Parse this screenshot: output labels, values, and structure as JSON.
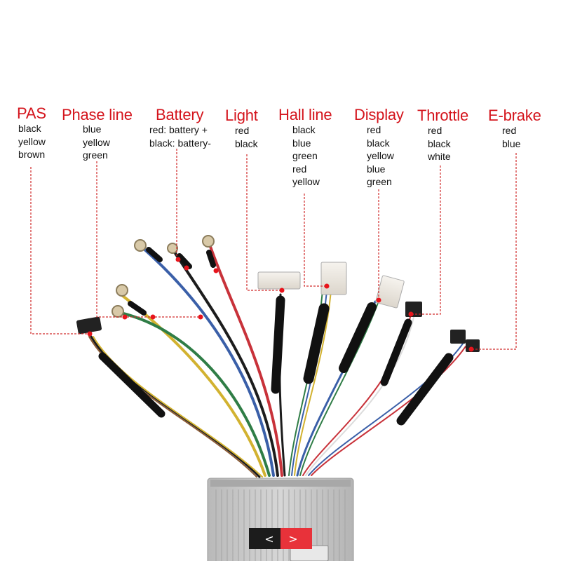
{
  "labels": [
    {
      "key": "pas",
      "title": "PAS",
      "lines": [
        "black",
        "yellow",
        "brown"
      ]
    },
    {
      "key": "phase-line",
      "title": "Phase line",
      "lines": [
        "blue",
        "yellow",
        "green"
      ]
    },
    {
      "key": "battery",
      "title": "Battery",
      "lines": [
        "red: battery +",
        "black: battery-"
      ]
    },
    {
      "key": "light",
      "title": "Light",
      "lines": [
        "red",
        "black"
      ]
    },
    {
      "key": "hall-line",
      "title": "Hall line",
      "lines": [
        "black",
        "blue",
        "green",
        "red",
        "yellow"
      ]
    },
    {
      "key": "display",
      "title": "Display",
      "lines": [
        "red",
        "black",
        "yellow",
        "blue",
        "green"
      ]
    },
    {
      "key": "throttle",
      "title": "Throttle",
      "lines": [
        "red",
        "black",
        "white"
      ]
    },
    {
      "key": "e-brake",
      "title": "E-brake",
      "lines": [
        "red",
        "blue"
      ]
    }
  ],
  "controller": {
    "left_arrow": "<",
    "right_arrow": ">"
  },
  "colors": {
    "label_red": "#d4141c",
    "leader_red": "#d02a2a",
    "wire_red": "#c8323a",
    "wire_black": "#1c1c1c",
    "wire_blue": "#3a5fa8",
    "wire_green": "#2f7d46",
    "wire_yellow": "#d2b230",
    "wire_white": "#dcdcdc",
    "housing": "#c9c9c9"
  }
}
